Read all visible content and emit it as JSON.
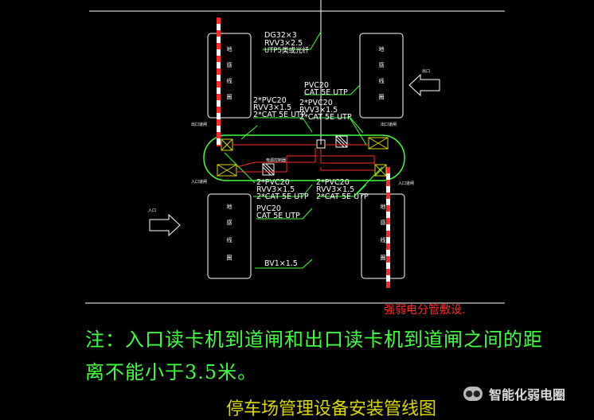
{
  "cable_labels": {
    "top_left": [
      "DG32×3",
      "RVV3×2.5",
      "UTP5类或光纤"
    ],
    "top_mid": [
      "PVC20",
      "CAT 5E UTP"
    ],
    "mid_left": [
      "2*PVC20",
      "RVV3×1.5",
      "2*CAT 5E UTP"
    ],
    "mid_right": [
      "2*PVC20",
      "RVV3×1.5",
      "2*CAT 5E UTP"
    ],
    "bottom_left": [
      "2*PVC20",
      "RVV3×1.5",
      "2*CAT 5E UTP"
    ],
    "bottom_right": [
      "2*PVC20",
      "RVV3×1.5",
      "2*CAT 5E UTP"
    ],
    "bottom_single": [
      "PVC20",
      "CAT 5E UTP"
    ],
    "bv": "BV1×1.5"
  },
  "loop_label": [
    "地",
    "感",
    "线",
    "圈"
  ],
  "entrance_arrow": "入口",
  "exit_arrow": "出口",
  "small_labels": {
    "exit_reader": "出口道闸",
    "entry_reader": "入口道闸",
    "exit_box": "出口道闸",
    "entry_box": "入口道闸",
    "mid_box": "电源控制器"
  },
  "warning": "强弱电分管敷设.",
  "note_line1": "注：入口读卡机到道闸和出口读卡机到道闸之间的距",
  "note_line2": "离不能小于3.5米。",
  "title": "停车场管理设备安装管线图",
  "brand": "智能化弱电圈",
  "colors": {
    "green": "#3fff3f",
    "white": "#ffffff",
    "red": "#ff2a2a",
    "yellow": "#d9d900",
    "bg": "#000000"
  }
}
